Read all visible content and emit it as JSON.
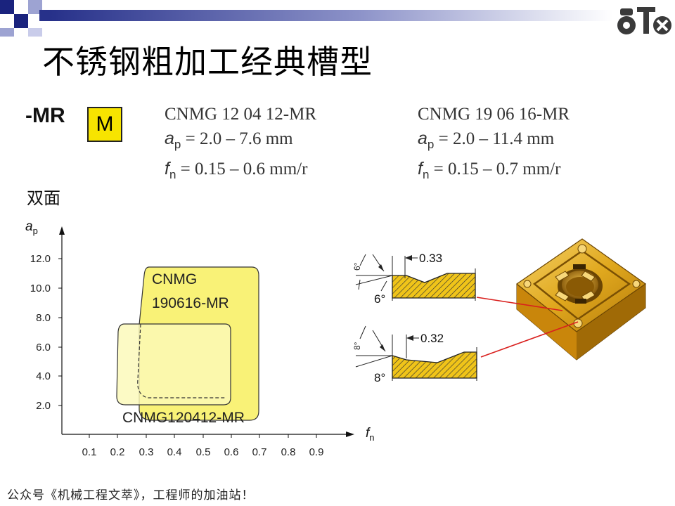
{
  "slide": {
    "title": "不锈钢粗加工经典槽型",
    "grade_code": "-MR",
    "iso_group": "M",
    "double_sided": "双面",
    "footer": "公众号《机械工程文萃》，工程师的加油站！"
  },
  "inserts": [
    {
      "name": "CNMG 12 04 12-MR",
      "ap_label": "a",
      "ap_sub": "p",
      "ap_range": "= 2.0 – 7.6 mm",
      "fn_label": "f",
      "fn_sub": "n",
      "fn_range": "= 0.15 – 0.6 mm/r"
    },
    {
      "name": "CNMG 19 06 16-MR",
      "ap_label": "a",
      "ap_sub": "p",
      "ap_range": "= 2.0 – 11.4 mm",
      "fn_label": "f",
      "fn_sub": "n",
      "fn_range": "= 0.15 – 0.7 mm/r"
    }
  ],
  "chart": {
    "y_axis_label": "a",
    "y_axis_sub": "p",
    "x_axis_label": "f",
    "x_axis_sub": "n",
    "y_ticks": [
      "2.0",
      "4.0",
      "6.0",
      "8.0",
      "10.0",
      "12.0"
    ],
    "x_ticks": [
      "0.1",
      "0.2",
      "0.3",
      "0.4",
      "0.5",
      "0.6",
      "0.7",
      "0.8",
      "0.9"
    ],
    "region_large_label_1": "CNMG",
    "region_large_label_2": "190616-MR",
    "region_small_label": "CNMG120412-MR",
    "region_large_color": "#f9f277",
    "region_small_color": "#fbf9b8"
  },
  "profiles": {
    "top": {
      "land": "0.33",
      "angle": "6°"
    },
    "bottom": {
      "land": "0.32",
      "angle": "8°"
    },
    "hatch_color": "#f0c419",
    "leader_color": "#d9201e"
  },
  "colors": {
    "accent_blue": "#1a237e",
    "grade_yellow": "#f7e400"
  }
}
